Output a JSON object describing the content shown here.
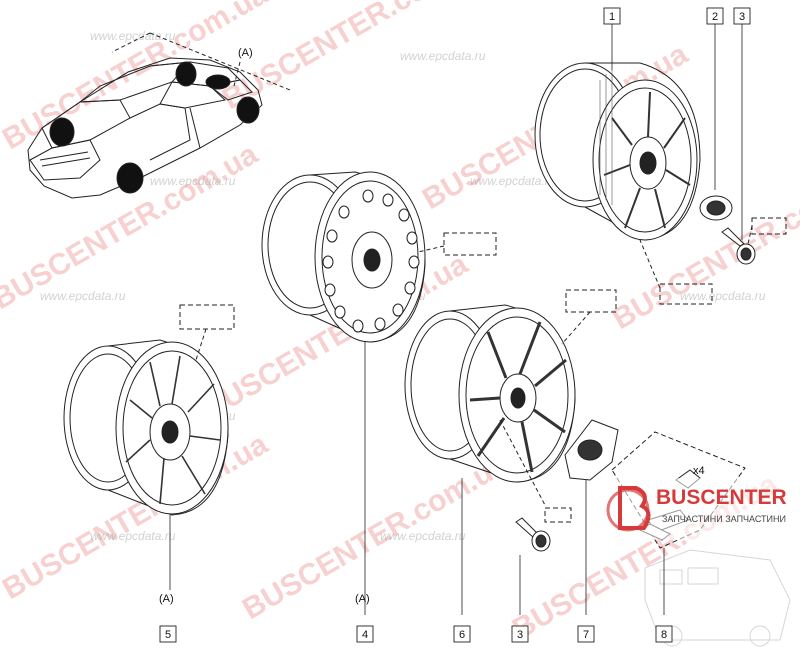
{
  "diagram": {
    "callouts": {
      "c1": "1",
      "c2": "2",
      "c3_top": "3",
      "c5": "5",
      "c4": "4",
      "c6": "6",
      "c3_bottom": "3",
      "c7": "7",
      "c8": "8"
    },
    "view_labels": {
      "car_view": "(A)",
      "wheel_5": "(A)",
      "wheel_4": "(A)"
    },
    "bolt_qty": "x4"
  },
  "watermarks": {
    "brand": "BUSCENTER",
    "brand_domain": "BUSCENTER.com.ua",
    "site": "www.epcdata.ru",
    "site_short": "www.epcdata.ru",
    "logo_text": "BUSCENTER",
    "logo_subtitle": "ЗАПЧАСТИНИ ЗАПЧАСТИНИ"
  },
  "colors": {
    "line": "#222222",
    "watermark_red": "#e35a5a",
    "watermark_grey": "#9a9a9a",
    "logo_red": "#d63b3b"
  }
}
